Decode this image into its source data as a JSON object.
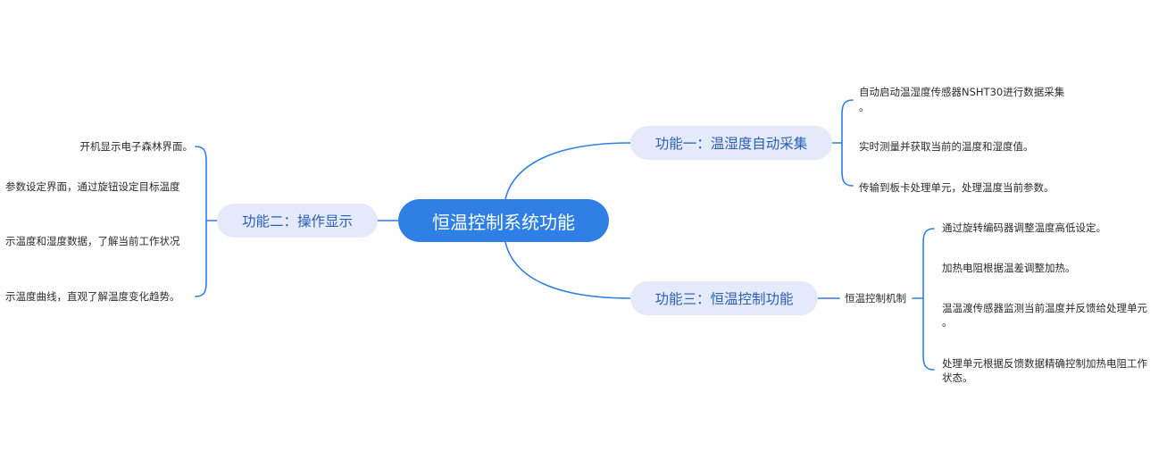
{
  "root": {
    "label": "恒温控制系统功能"
  },
  "branches": [
    {
      "label": "功能一：温湿度自动采集",
      "items": [
        "自动启动温湿度传感器NSHT30进行数据采集",
        "。",
        "实时测量并获取当前的温度和湿度值。",
        "传输到板卡处理单元，处理温度当前参数。"
      ]
    },
    {
      "label": "功能二：操作显示",
      "items": [
        "开机显示电子森林界面。",
        "参数设定界面，通过旋钮设定目标温度",
        "示温度和湿度数据，了解当前工作状况",
        "示温度曲线，直观了解温度变化趋势。"
      ]
    },
    {
      "label": "功能三：恒温控制功能",
      "sub_label": "恒温控制机制",
      "items": [
        "通过旋转编码器调整温度高低设定。",
        "加热电阻根据温差调整加热。",
        "温温渡传感器监测当前温度并反馈给处理单元",
        "。",
        "处理单元根据反馈数据精确控制加热电阻工作",
        "状态。"
      ]
    }
  ],
  "colors": {
    "root_bg": "#2f7fe4",
    "root_text": "#ffffff",
    "branch_bg": "#e4eafa",
    "branch_text": "#2a5fb4",
    "line": "#2f7fe4",
    "leaf_text": "#2b2b2b"
  }
}
